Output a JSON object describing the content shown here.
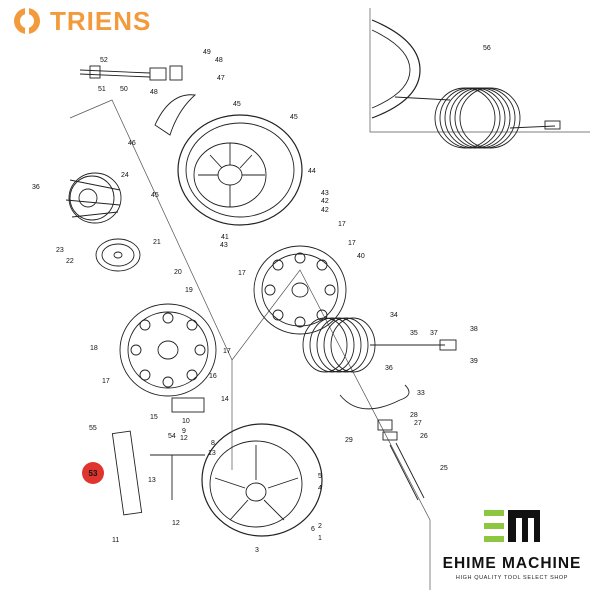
{
  "brand": {
    "name": "TRIENS",
    "color": "#f39a3d"
  },
  "footer": {
    "name": "EHIME MACHINE",
    "tagline": "HIGH QUALITY TOOL SELECT SHOP",
    "accent": "#8dc63f"
  },
  "highlight_color": "#e0342f",
  "part_numbers": [
    "52",
    "51",
    "50",
    "49",
    "48",
    "47",
    "48",
    "45",
    "45",
    "46",
    "36",
    "24",
    "45",
    "44",
    "43",
    "42",
    "42",
    "41",
    "43",
    "17",
    "23",
    "22",
    "21",
    "17",
    "17",
    "40",
    "20",
    "19",
    "34",
    "35",
    "37",
    "38",
    "39",
    "36",
    "18",
    "17",
    "17",
    "16",
    "33",
    "14",
    "15",
    "10",
    "9",
    "12",
    "8",
    "13",
    "55",
    "54",
    "53",
    "28",
    "27",
    "29",
    "26",
    "25",
    "5",
    "4",
    "13",
    "12",
    "11",
    "3",
    "6",
    "2",
    "1",
    "56"
  ]
}
